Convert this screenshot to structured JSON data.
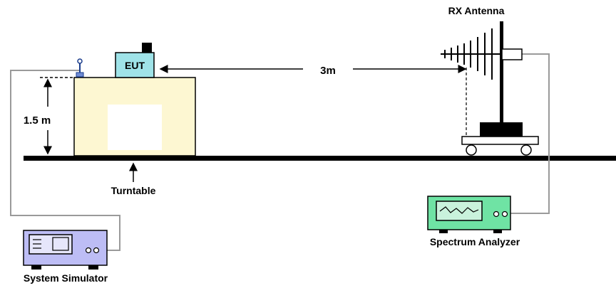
{
  "labels": {
    "rx_antenna": "RX Antenna",
    "distance": "3m",
    "height": "1.5 m",
    "eut": "EUT",
    "turntable": "Turntable",
    "spectrum_analyzer": "Spectrum Analyzer",
    "system_simulator": "System Simulator"
  },
  "colors": {
    "table": "#fdf7d2",
    "table_window": "#ffffff",
    "eut_box": "#9fe3e8",
    "simulator": "#bdbdf5",
    "analyzer": "#6fe3a4",
    "cable": "#9a9a9a",
    "ground": "#000000"
  },
  "icons": [
    "antenna-icon",
    "eut-device-icon",
    "table-antenna-icon",
    "system-simulator-icon",
    "spectrum-analyzer-icon"
  ]
}
